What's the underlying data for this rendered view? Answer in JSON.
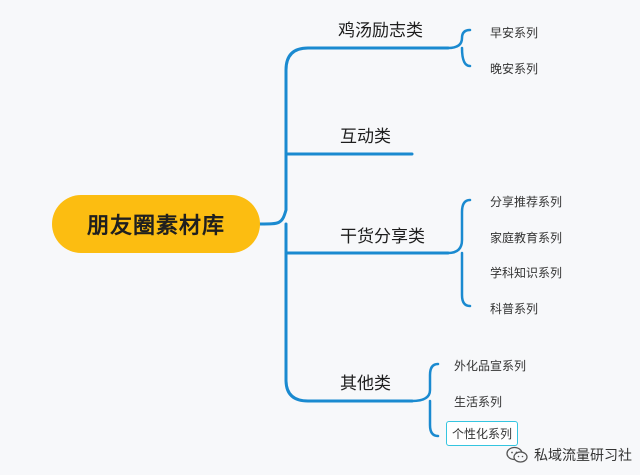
{
  "root": {
    "label": "朋友圈素材库"
  },
  "categories": [
    {
      "label": "鸡汤励志类",
      "leaves": [
        "早安系列",
        "晚安系列"
      ]
    },
    {
      "label": "互动类",
      "leaves": []
    },
    {
      "label": "干货分享类",
      "leaves": [
        "分享推荐系列",
        "家庭教育系列",
        "学科知识系列",
        "科普系列"
      ]
    },
    {
      "label": "其他类",
      "leaves": [
        "外化品宣系列",
        "生活系列",
        "个性化系列"
      ]
    }
  ],
  "watermark": {
    "text": "私域流量研习社",
    "icon": "wechat-icon"
  },
  "colors": {
    "root_fill": "#fcbd11",
    "connector": "#1a8ad0",
    "selection_border": "#35c5e0"
  }
}
